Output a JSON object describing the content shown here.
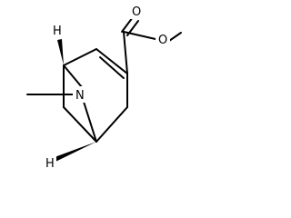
{
  "molecule": {
    "atoms": {
      "oxygen_carbonyl": "O",
      "oxygen_ester": "O",
      "nitrogen": "N",
      "hydrogen_top": "H",
      "hydrogen_bottom": "H"
    },
    "colors": {
      "ink": "#000000",
      "background": "#ffffff"
    }
  }
}
